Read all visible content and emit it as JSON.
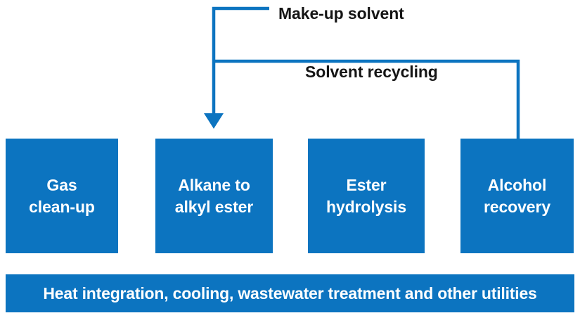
{
  "diagram": {
    "title": "Process block flow diagram",
    "background_color": "#ffffff",
    "accent_color": "#0c74c0",
    "box_text_color": "#ffffff",
    "label_text_color": "#151515",
    "process_boxes": [
      {
        "id": "gas-clean-up",
        "label": "Gas\nclean-up"
      },
      {
        "id": "alkane-to-alkyl-ester",
        "label": "Alkane to\nalkyl ester"
      },
      {
        "id": "ester-hydrolysis",
        "label": "Ester\nhydrolysis"
      },
      {
        "id": "alcohol-recovery",
        "label": "Alcohol\nrecovery"
      }
    ],
    "utilities_bar": {
      "label": "Heat integration, cooling, wastewater treatment and other utilities"
    },
    "flows": [
      {
        "id": "make-up-solvent",
        "label": "Make-up solvent",
        "from": "external feed",
        "to": "alkane-to-alkyl-ester",
        "has_arrowhead": true
      },
      {
        "id": "solvent-recycling",
        "label": "Solvent recycling",
        "from": "alcohol-recovery",
        "to": "alkane-to-alkyl-ester",
        "has_arrowhead": true
      }
    ]
  }
}
